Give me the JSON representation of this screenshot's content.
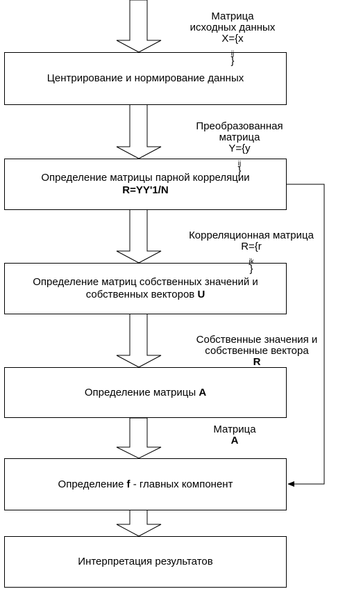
{
  "boxes": [
    {
      "id": "centering",
      "lines": [
        "Центрирование и нормирование данных"
      ]
    },
    {
      "id": "correlation",
      "line1": "Определение матрицы парной корреляции",
      "formula": "R=YY'1/N"
    },
    {
      "id": "eigen",
      "line1": "Определение матриц собственных значений и",
      "line2_prefix": "собственных векторов",
      "line2_symbol": "U"
    },
    {
      "id": "matrix-a",
      "prefix": "Определение матрицы",
      "symbol": "A"
    },
    {
      "id": "components",
      "prefix": "Определение",
      "symbol": "f",
      "suffix": " - главных компонент"
    },
    {
      "id": "interpretation",
      "lines": [
        "Интерпретация результатов"
      ]
    }
  ],
  "labels": {
    "input": {
      "line1": "Матрица",
      "line2": "исходных данных",
      "line3_prefix": "X={x",
      "line3_sub": "ij",
      "line3_suffix": " }"
    },
    "transformed": {
      "line1": "Преобразованная",
      "line2": "матрица",
      "line3_prefix": "Y={y",
      "line3_sub": "ij",
      "line3_suffix": "}"
    },
    "correlation_matrix": {
      "line1": "Корреляционная матрица",
      "line2_prefix": "R={r",
      "line2_sub": "jk",
      "line2_suffix": "}"
    },
    "eigen_values": {
      "line1": "Собственные значения и",
      "line2_prefix": "собственные вектора",
      "line2_symbol": "R"
    },
    "matrix_a": {
      "prefix": "Матрица",
      "symbol": "A"
    }
  }
}
